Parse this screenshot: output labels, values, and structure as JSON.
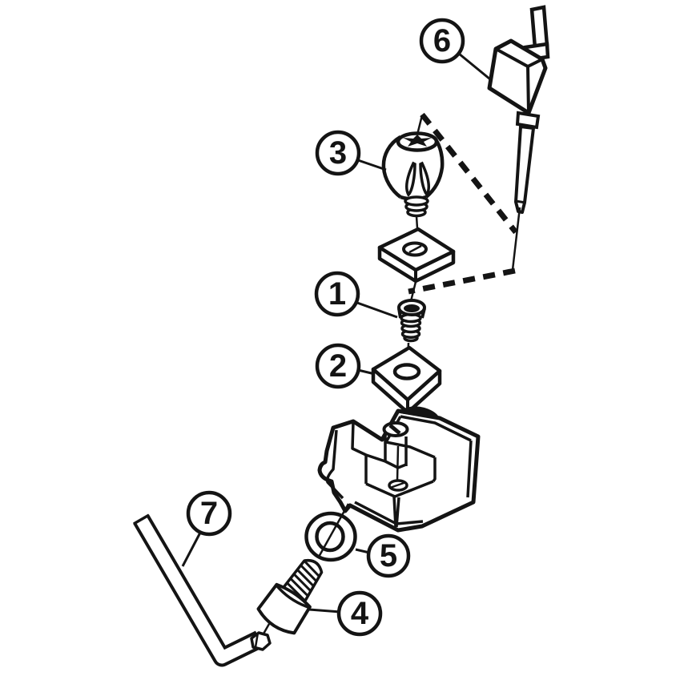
{
  "figure": {
    "type": "exploded-assembly-diagram",
    "colors": {
      "line": "#141414",
      "background": "#ffffff"
    }
  },
  "callouts": [
    {
      "label": "1",
      "part": "insert-screw"
    },
    {
      "label": "2",
      "part": "cutting-insert"
    },
    {
      "label": "3",
      "part": "clamp-knob"
    },
    {
      "label": "4",
      "part": "clamp-screw"
    },
    {
      "label": "5",
      "part": "washer"
    },
    {
      "label": "6",
      "part": "torque-key"
    },
    {
      "label": "7",
      "part": "hex-key"
    }
  ]
}
